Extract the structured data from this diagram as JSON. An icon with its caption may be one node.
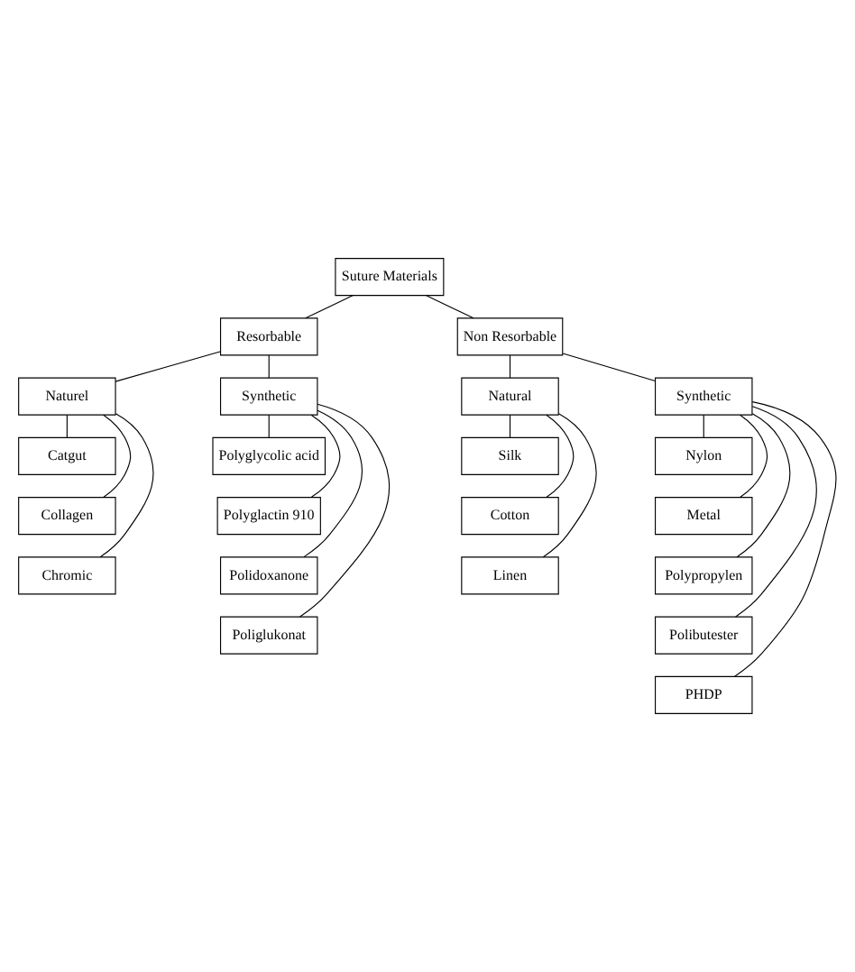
{
  "diagram": {
    "nodes": [
      {
        "text": [
          "Suture Materials"
        ]
      },
      {
        "text": [
          "Resorbable"
        ]
      },
      {
        "text": [
          "Non Resorbable"
        ]
      },
      {
        "text": [
          "Naturel"
        ]
      },
      {
        "text": [
          "Synthetic"
        ]
      },
      {
        "text": [
          "Natural"
        ]
      },
      {
        "text": [
          "Synthetic"
        ]
      },
      {
        "text": [
          "Catgut"
        ]
      },
      {
        "text": [
          "Collagen"
        ]
      },
      {
        "text": [
          "Chromic"
        ]
      },
      {
        "text": [
          "Polyglycolic acid"
        ]
      },
      {
        "text": [
          "Polyglactin 910"
        ]
      },
      {
        "text": [
          "Polidoxanone"
        ]
      },
      {
        "text": [
          "Poliglukonat"
        ]
      },
      {
        "text": [
          "Silk"
        ]
      },
      {
        "text": [
          "Cotton"
        ]
      },
      {
        "text": [
          "Linen"
        ]
      },
      {
        "text": [
          "Nylon"
        ]
      },
      {
        "text": [
          "Metal"
        ]
      },
      {
        "text": [
          "Polypropylen"
        ]
      },
      {
        "text": [
          "Polibutester"
        ]
      },
      {
        "text": [
          "PHDP"
        ]
      }
    ],
    "edges": [
      {
        "from": 0,
        "to": 1,
        "arrow": "none"
      },
      {
        "from": 0,
        "to": 2,
        "arrow": "none"
      },
      {
        "from": 1,
        "to": 3,
        "arrow": "none"
      },
      {
        "from": 1,
        "to": 4,
        "arrow": "none"
      },
      {
        "from": 2,
        "to": 5,
        "arrow": "none"
      },
      {
        "from": 2,
        "to": 6,
        "arrow": "none"
      },
      {
        "from": 3,
        "to": 7,
        "arrow": "none"
      },
      {
        "from": 3,
        "to": 8,
        "arrow": "none"
      },
      {
        "from": 3,
        "to": 9,
        "arrow": "none"
      },
      {
        "from": 4,
        "to": 10,
        "arrow": "none"
      },
      {
        "from": 4,
        "to": 11,
        "arrow": "none"
      },
      {
        "from": 4,
        "to": 12,
        "arrow": "none"
      },
      {
        "from": 4,
        "to": 13,
        "arrow": "none"
      },
      {
        "from": 5,
        "to": 14,
        "arrow": "none"
      },
      {
        "from": 5,
        "to": 15,
        "arrow": "none"
      },
      {
        "from": 5,
        "to": 16,
        "arrow": "none"
      },
      {
        "from": 6,
        "to": 17,
        "arrow": "none"
      },
      {
        "from": 6,
        "to": 18,
        "arrow": "none"
      },
      {
        "from": 6,
        "to": 19,
        "arrow": "none"
      },
      {
        "from": 6,
        "to": 20,
        "arrow": "none"
      },
      {
        "from": 6,
        "to": 21,
        "arrow": "none"
      }
    ]
  }
}
